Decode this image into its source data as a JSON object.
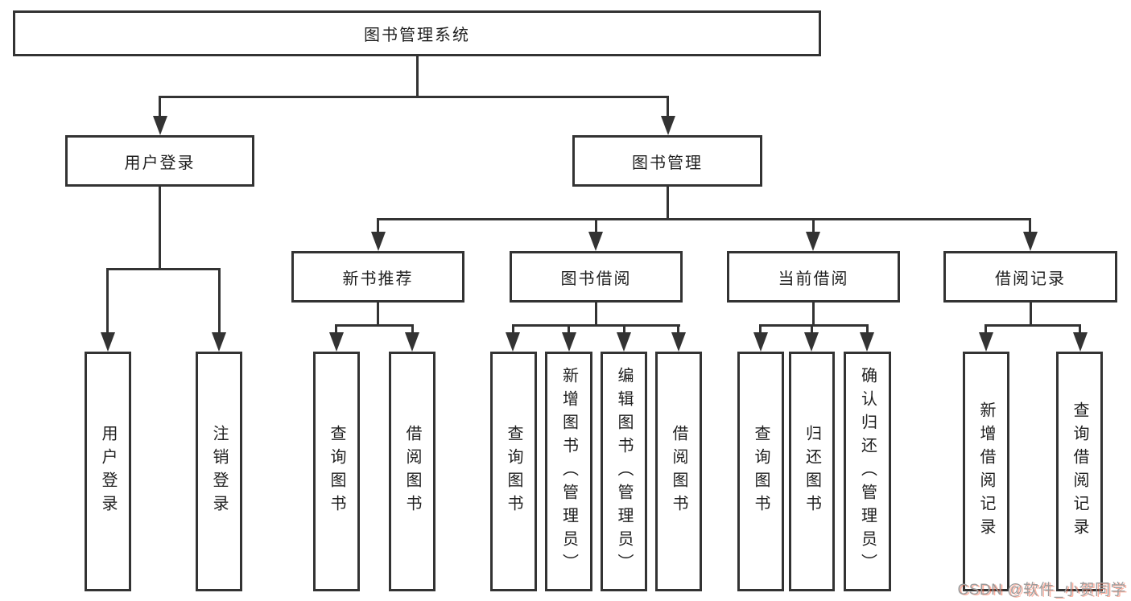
{
  "diagram": {
    "root": {
      "label": "图书管理系统"
    },
    "children": [
      {
        "label": "用户登录",
        "children": [
          {
            "label": "用户登录"
          },
          {
            "label": "注销登录"
          }
        ]
      },
      {
        "label": "图书管理",
        "children": [
          {
            "label": "新书推荐",
            "children": [
              {
                "label": "查询图书"
              },
              {
                "label": "借阅图书"
              }
            ]
          },
          {
            "label": "图书借阅",
            "children": [
              {
                "label": "查询图书"
              },
              {
                "label": "新增图书（管理员）"
              },
              {
                "label": "编辑图书（管理员）"
              },
              {
                "label": "借阅图书"
              }
            ]
          },
          {
            "label": "当前借阅",
            "children": [
              {
                "label": "查询图书"
              },
              {
                "label": "归还图书"
              },
              {
                "label": "确认归还（管理员）"
              }
            ]
          },
          {
            "label": "借阅记录",
            "children": [
              {
                "label": "新增借阅记录"
              },
              {
                "label": "查询借阅记录"
              }
            ]
          }
        ]
      }
    ]
  },
  "watermark": {
    "text": "CSDN @软件_小贺同学"
  },
  "colors": {
    "line": "#333333",
    "text": "#1f1f1f",
    "watermark_gray": "#9c9c9c",
    "watermark_red": "#fc5531"
  },
  "icons": {
    "arrowhead": "triangle-down"
  }
}
